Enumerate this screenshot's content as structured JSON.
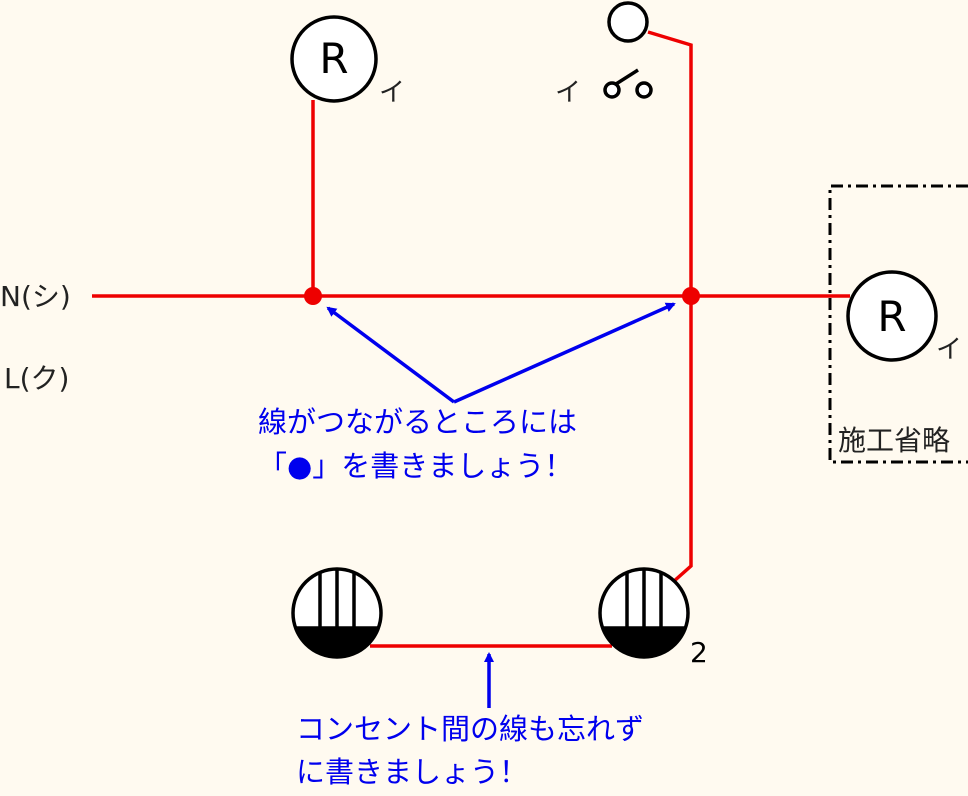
{
  "labels": {
    "neutral_line": "N(シ)",
    "live_line": "L(ク)",
    "omitted_area": "施工省略",
    "lamp_top": "R",
    "lamp_top_switch_ref": "イ",
    "switch_ref": "イ",
    "lamp_right": "R",
    "lamp_right_switch_ref": "イ",
    "outlet_count": "2"
  },
  "annotations": {
    "junction_note_line1": "線がつながるところには",
    "junction_note_line2": "「●」を書きましょう！",
    "outlet_note_line1": "コンセント間の線も忘れず",
    "outlet_note_line2": "に書きましょう！"
  },
  "colors": {
    "wire": "#ee0000",
    "annotation": "#0000ee",
    "symbol": "#000000",
    "label": "#222222",
    "background": "#fffaf0"
  }
}
